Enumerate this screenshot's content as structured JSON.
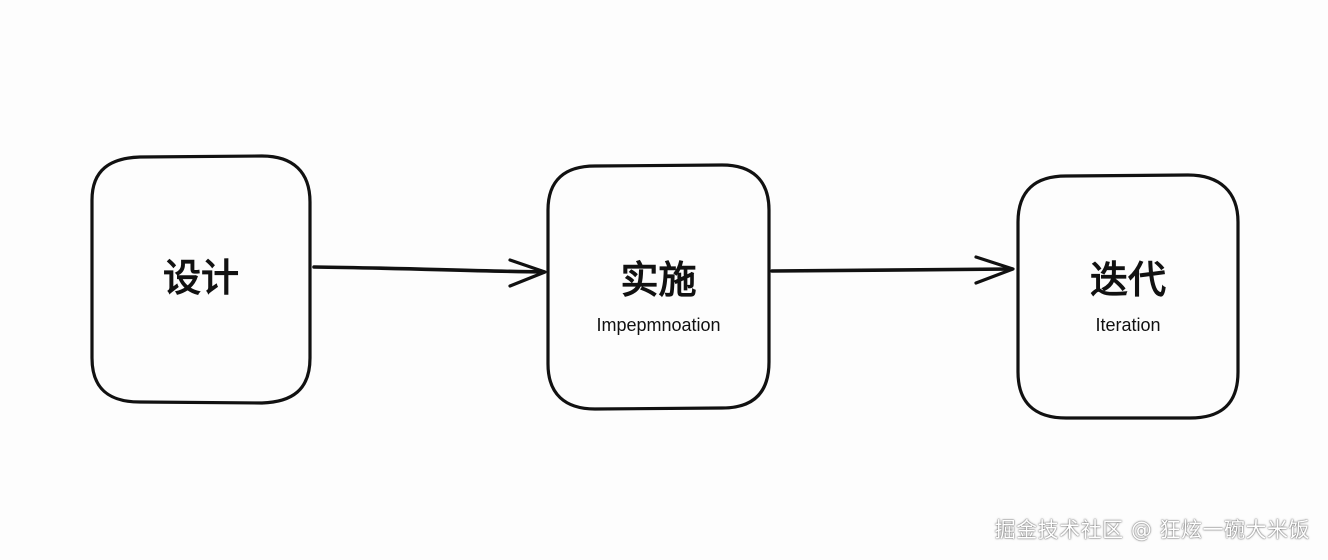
{
  "nodes": [
    {
      "id": "design",
      "title": "设计",
      "subtitle": ""
    },
    {
      "id": "implementation",
      "title": "实施",
      "subtitle": "Impepmnoation"
    },
    {
      "id": "iteration",
      "title": "迭代",
      "subtitle": "Iteration"
    }
  ],
  "edges": [
    {
      "from": "design",
      "to": "implementation"
    },
    {
      "from": "implementation",
      "to": "iteration"
    }
  ],
  "watermark": "掘金技术社区 @ 狂炫一碗大米饭",
  "colors": {
    "stroke": "#111111",
    "background": "#fdfdfd"
  }
}
